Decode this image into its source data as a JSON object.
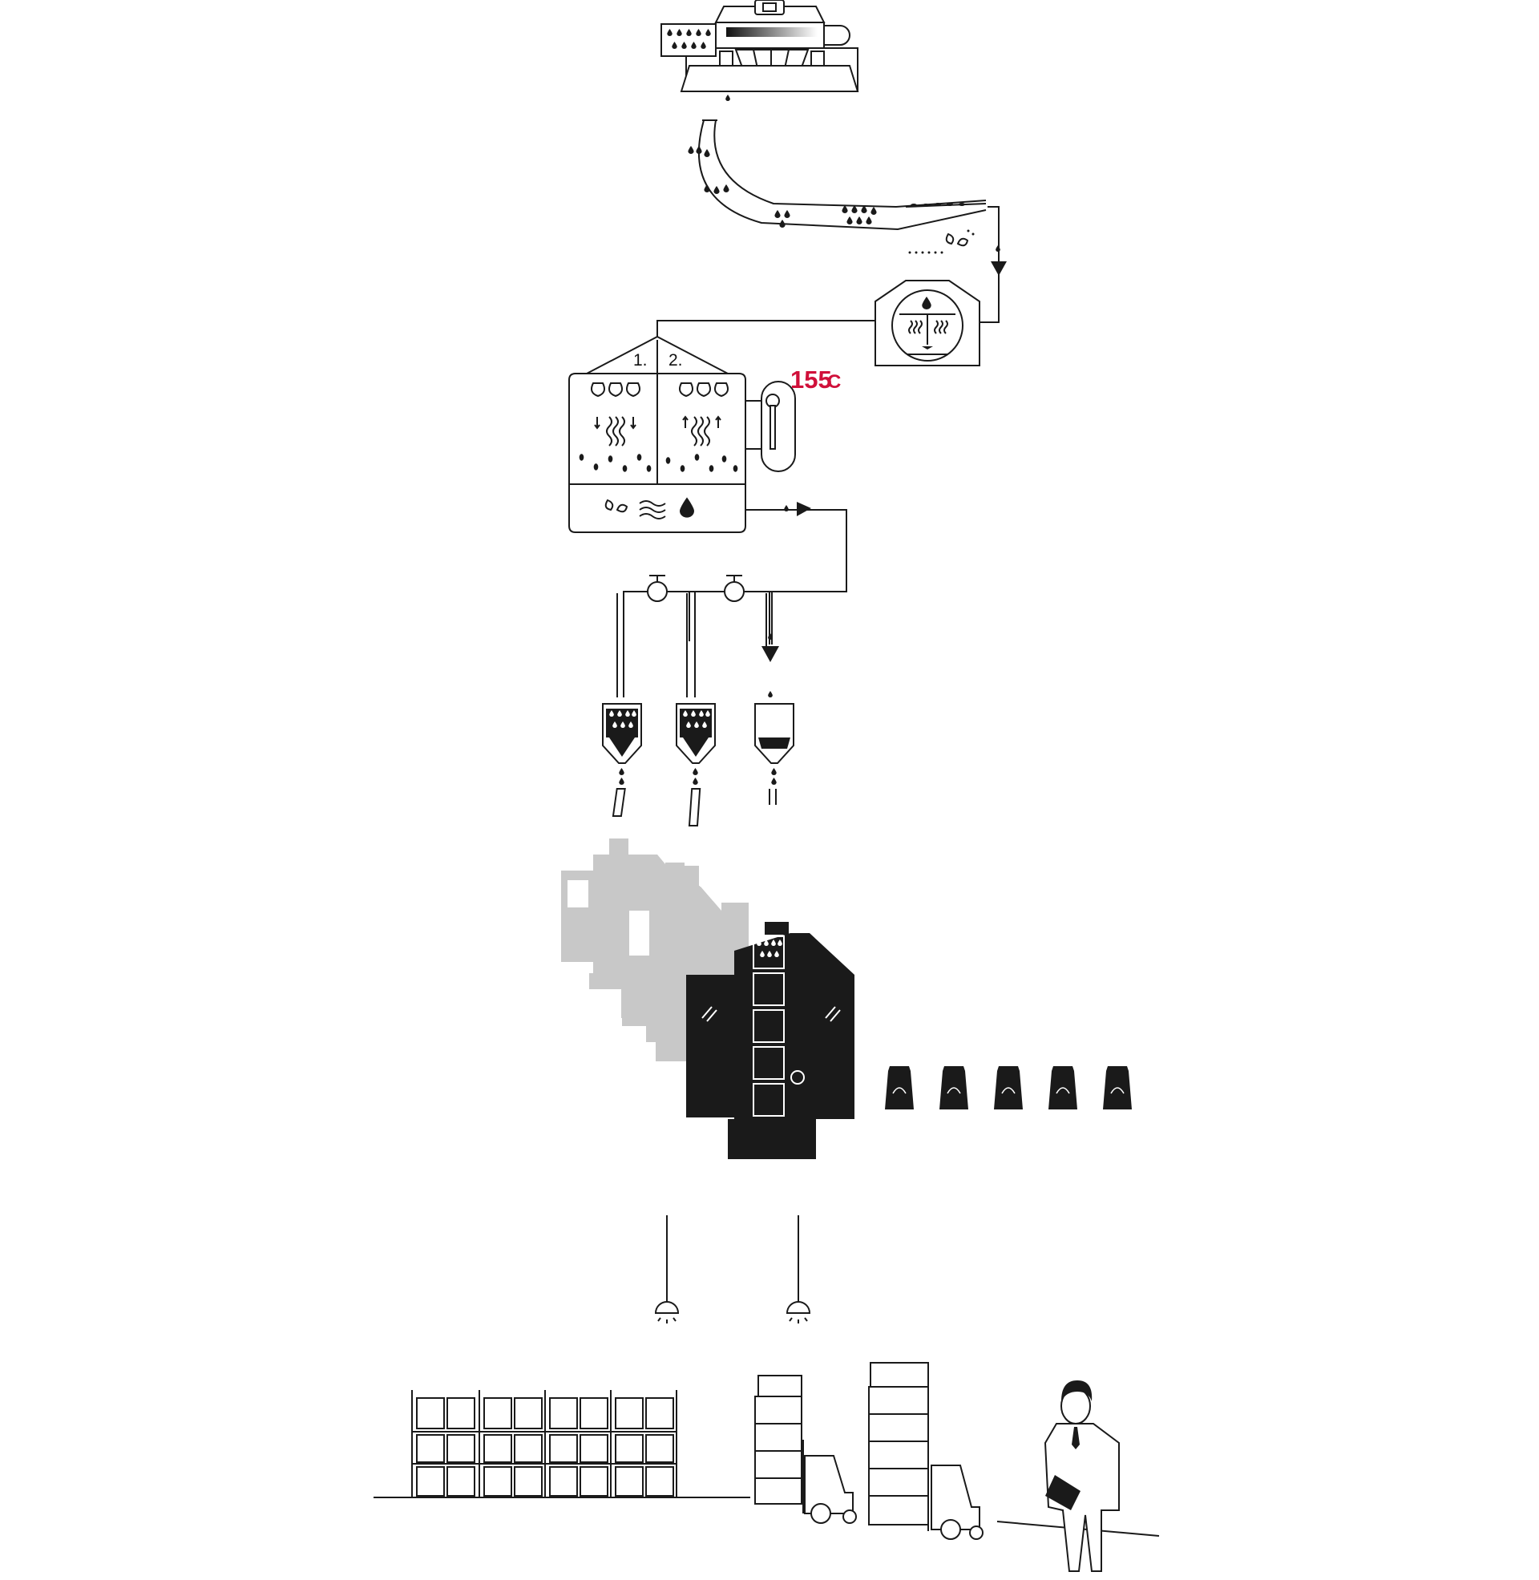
{
  "diagram": {
    "roaster_chambers": {
      "chamber_1_label": "1.",
      "chamber_2_label": "2."
    },
    "temperature": {
      "value": "155",
      "unit": "C"
    },
    "colors": {
      "accent": "#d0103a",
      "ink": "#1a1a1a",
      "inactive": "#c8c8c8",
      "background": "#ffffff"
    },
    "icons": [
      "bean-sorter",
      "conveyor-pipe",
      "fan",
      "cooler",
      "roasting-drum",
      "thermometer",
      "valve",
      "silo",
      "packaging-machine",
      "coffee-bag",
      "ceiling-lamp",
      "storage-rack",
      "forklift",
      "box-stack",
      "worker"
    ],
    "coffee_bags": 5,
    "silos": 3
  }
}
